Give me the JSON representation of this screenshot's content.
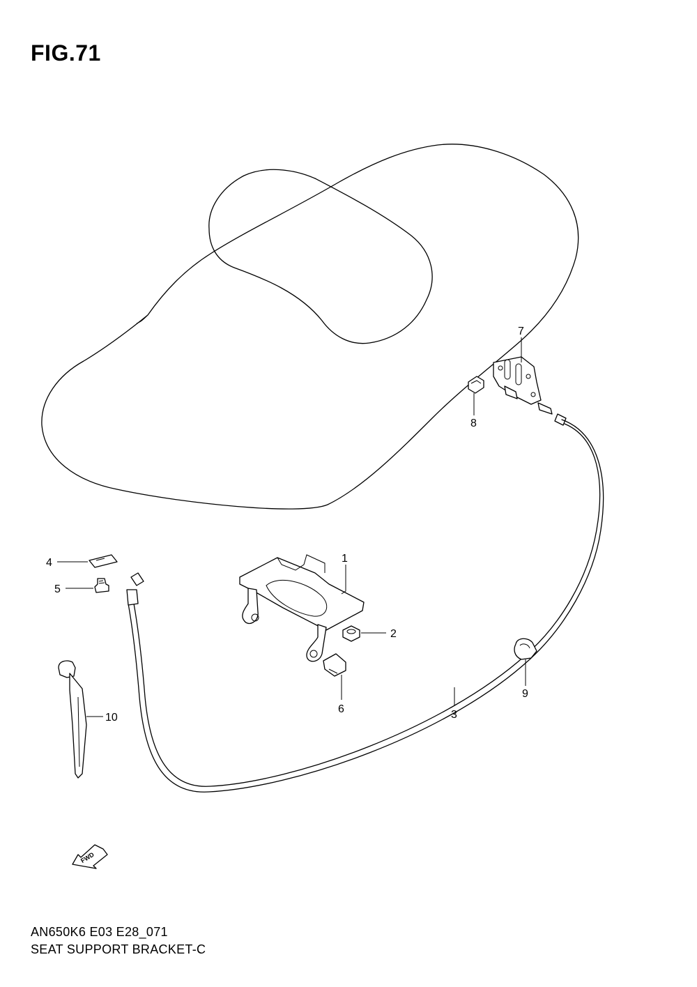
{
  "figure": {
    "title": "FIG.71"
  },
  "callouts": [
    {
      "number": "1",
      "part": "seat-support-bracket"
    },
    {
      "number": "2",
      "part": "nut"
    },
    {
      "number": "3",
      "part": "seat-lock-cable"
    },
    {
      "number": "4",
      "part": "clip"
    },
    {
      "number": "5",
      "part": "screw"
    },
    {
      "number": "6",
      "part": "bolt"
    },
    {
      "number": "7",
      "part": "seat-lock"
    },
    {
      "number": "8",
      "part": "bolt"
    },
    {
      "number": "9",
      "part": "clamp"
    },
    {
      "number": "10",
      "part": "cable-tie"
    }
  ],
  "fwd_label": "FWD",
  "footer": {
    "code": "AN650K6 E03 E28_071",
    "name": "SEAT SUPPORT BRACKET-C"
  }
}
